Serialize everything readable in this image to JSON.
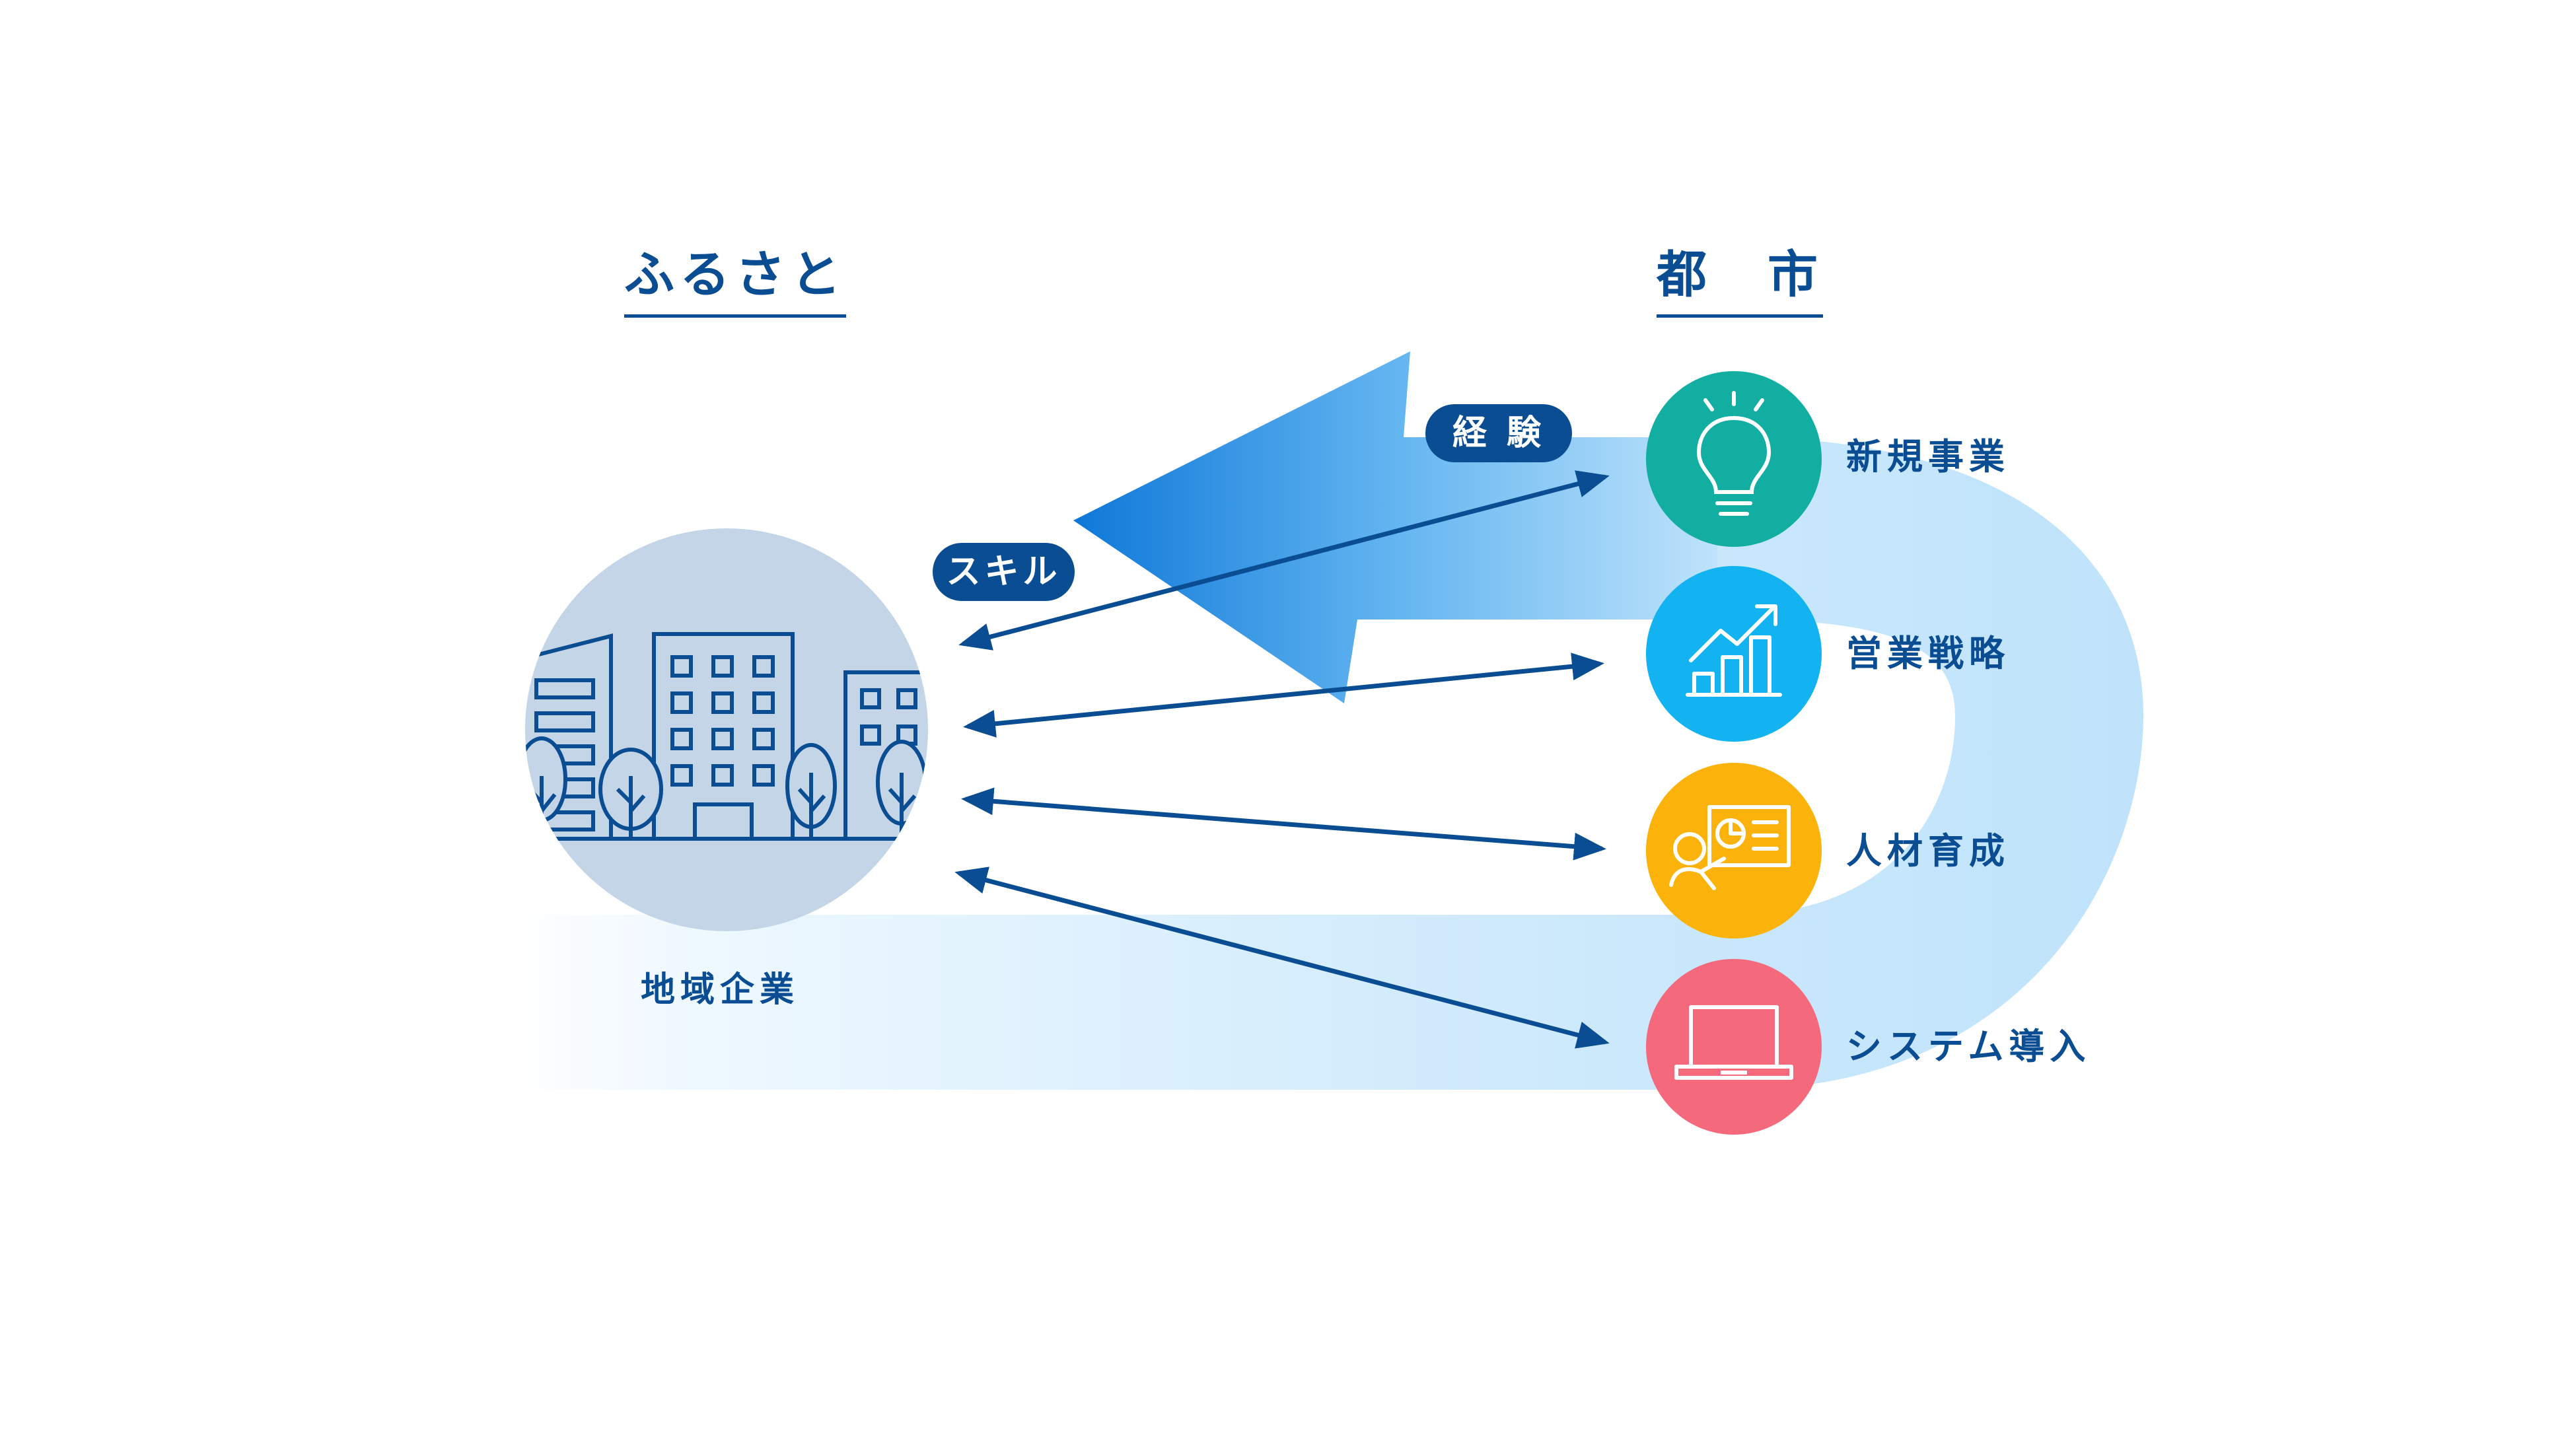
{
  "headings": {
    "hometown": "ふるさと",
    "city": "都　市"
  },
  "pills": {
    "experience": "経 験",
    "skill": "スキル"
  },
  "company": {
    "label": "地域企業",
    "icon": "city-buildings-icon"
  },
  "city_items": [
    {
      "label": "新規事業",
      "icon": "lightbulb-icon",
      "color": "#11aea1"
    },
    {
      "label": "営業戦略",
      "icon": "growth-chart-icon",
      "color": "#12b3f0"
    },
    {
      "label": "人材育成",
      "icon": "presentation-icon",
      "color": "#fbb20a"
    },
    {
      "label": "システム導入",
      "icon": "laptop-icon",
      "color": "#f5697d"
    }
  ],
  "colors": {
    "navy": "#0a4d92",
    "flow_light": "#bfe3fb",
    "arrow_dark": "#1a88de",
    "company_circle": "#c3d5e7"
  }
}
